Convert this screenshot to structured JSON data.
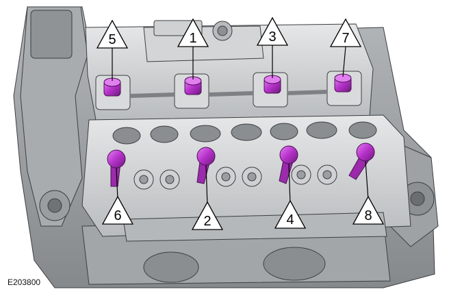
{
  "figure_id": "E203800",
  "colors": {
    "bolt": "#b531c9",
    "bolt_highlight": "#e27ff0",
    "casting": "#c9cbcc",
    "casting_dark": "#8d9092",
    "casting_light": "#e4e5e6",
    "outline": "#3b3e40",
    "callout_fill": "#ffffff",
    "callout_stroke": "#000000"
  },
  "callouts": [
    {
      "label": "1"
    },
    {
      "label": "2"
    },
    {
      "label": "3"
    },
    {
      "label": "4"
    },
    {
      "label": "5"
    },
    {
      "label": "6"
    },
    {
      "label": "7"
    },
    {
      "label": "8"
    }
  ]
}
